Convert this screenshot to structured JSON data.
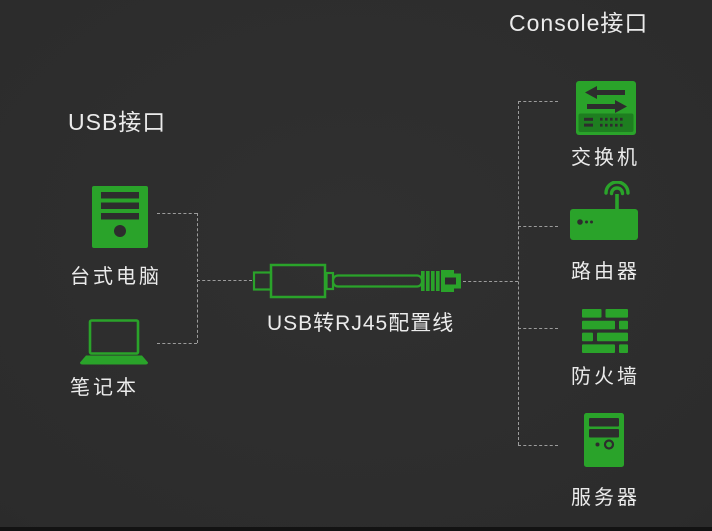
{
  "theme": {
    "bg": "#2d2d2d",
    "green": "#2aa32a",
    "green_deep": "#1e7e20",
    "detail": "#2d2d2d",
    "dash": "#9c9c9c",
    "text": "#ebebeb",
    "strip": "#131313"
  },
  "titles": {
    "usb_side": "USB接口",
    "console_side": "Console接口"
  },
  "cable": {
    "label": "USB转RJ45配置线"
  },
  "usb_devices": [
    {
      "name": "desktop",
      "label": "台式电脑"
    },
    {
      "name": "laptop",
      "label": "笔记本"
    }
  ],
  "console_devices": [
    {
      "name": "switch",
      "label": "交换机"
    },
    {
      "name": "router",
      "label": "路由器"
    },
    {
      "name": "firewall",
      "label": "防火墙"
    },
    {
      "name": "server",
      "label": "服务器"
    }
  ],
  "icons": {
    "desktop": "desktop-tower-icon",
    "laptop": "laptop-icon",
    "cable": "usb-to-rj45-cable-icon",
    "switch": "network-switch-icon",
    "router": "wifi-router-icon",
    "firewall": "firewall-brick-wall-icon",
    "server": "server-tower-icon"
  }
}
